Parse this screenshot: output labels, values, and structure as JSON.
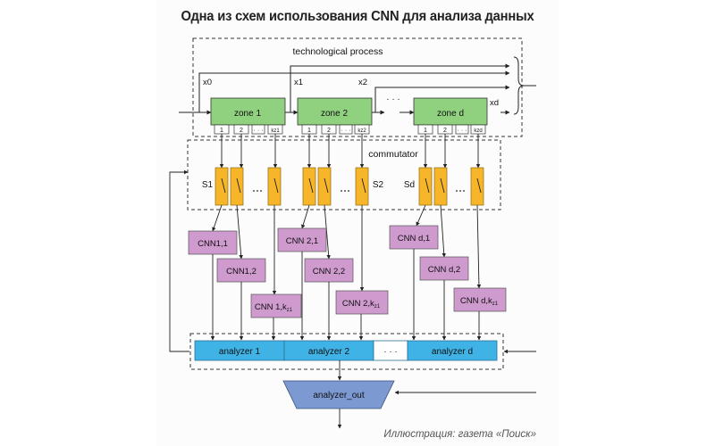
{
  "title": "Одна из схем использования CNN для анализа данных",
  "caption": "Иллюстрация: газета «Поиск»",
  "groups": {
    "process_label": "technological process",
    "commutator_label": "commutator"
  },
  "zones": [
    {
      "input": "x0",
      "label": "zone 1",
      "ports": [
        "1",
        "2",
        "· · ·",
        "kz1"
      ]
    },
    {
      "input": "x1",
      "label": "zone 2",
      "ports": [
        "1",
        "2",
        "· · ·",
        "kz2"
      ]
    },
    {
      "input": "x2",
      "label": "· · ·",
      "ports": []
    },
    {
      "input": "",
      "label": "zone d",
      "ports": [
        "1",
        "2",
        "· · ·",
        "kzd"
      ]
    }
  ],
  "zone_output": "xd",
  "switches": [
    "S1",
    "S2",
    "Sd"
  ],
  "cnns": [
    [
      {
        "main": "CNN1,1",
        "sub": ""
      },
      {
        "main": "CNN1,2",
        "sub": ""
      },
      {
        "main": "CNN 1,k",
        "sub": "z1"
      }
    ],
    [
      {
        "main": "CNN 2,1",
        "sub": ""
      },
      {
        "main": "CNN 2,2",
        "sub": ""
      },
      {
        "main": "CNN 2,k",
        "sub": "z1"
      }
    ],
    [
      {
        "main": "CNN d,1",
        "sub": ""
      },
      {
        "main": "CNN d,2",
        "sub": ""
      },
      {
        "main": "CNN d,k",
        "sub": "z1"
      }
    ]
  ],
  "analyzers": [
    "analyzer 1",
    "analyzer 2",
    "· · ·",
    "analyzer d"
  ],
  "output": "analyzer_out",
  "colors": {
    "zone": "#8fd17f",
    "switch": "#f7b529",
    "cnn": "#cf9bcf",
    "analyzer": "#3fb3e6",
    "output": "#7d99d1"
  }
}
